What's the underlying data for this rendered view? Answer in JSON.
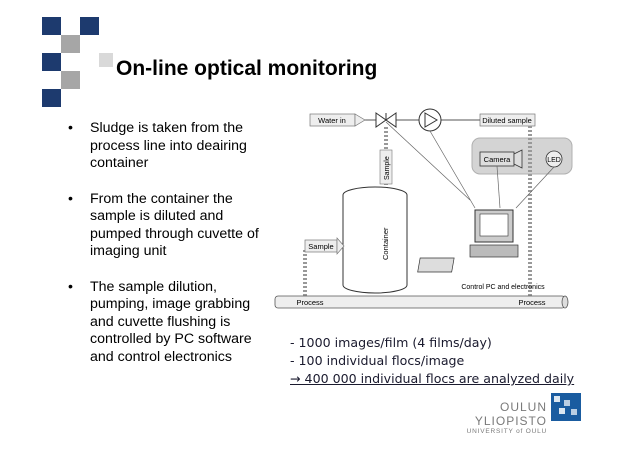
{
  "title": "On-line optical monitoring",
  "bullets": [
    "Sludge is taken from the process line into deairing container",
    "From the container the sample is diluted and pumped through cuvette of imaging unit",
    "The sample dilution, pumping, image grabbing and cuvette flushing is controlled by PC software and control electronics"
  ],
  "diagram": {
    "water_in": "Water in",
    "diluted_sample": "Diluted sample",
    "camera": "Camera",
    "led": "LED",
    "sample_vertical": "Sample",
    "container": "Container",
    "sample": "Sample",
    "control": "Control PC and electronics",
    "process_left": "Process",
    "process_right": "Process"
  },
  "stats": [
    "- 1000 images/film (4 films/day)",
    "- 100 individual flocs/image",
    "→ 400 000 individual flocs are analyzed daily"
  ],
  "university": {
    "name": "OULUN YLIOPISTO",
    "sub": "UNIVERSITY of OULU"
  },
  "colors": {
    "logo_blue": "#1a5ca0",
    "square_dark": "#1d3a6e",
    "square_grey": "#a6a6a6"
  }
}
